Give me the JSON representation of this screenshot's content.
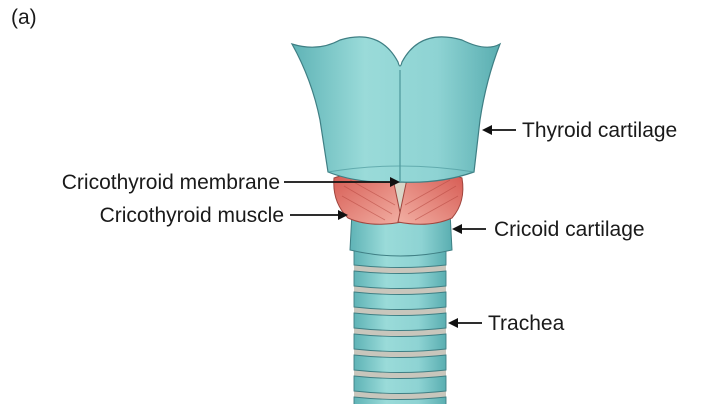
{
  "figure": {
    "panel_label": "(a)",
    "labels": {
      "thyroid_cartilage": "Thyroid cartilage",
      "cricothyroid_membrane": "Cricothyroid membrane",
      "cricothyroid_muscle": "Cricothyroid muscle",
      "cricoid_cartilage": "Cricoid cartilage",
      "trachea": "Trachea"
    },
    "colors": {
      "cartilage_fill": "#8ed3d3",
      "cartilage_shade": "#5fb3b6",
      "cartilage_outline": "#3f7f84",
      "muscle_fill": "#e06b60",
      "muscle_highlight": "#f3b5a8",
      "membrane_fill": "#d9d6c8",
      "ring_gap": "#c8c6bc"
    }
  }
}
